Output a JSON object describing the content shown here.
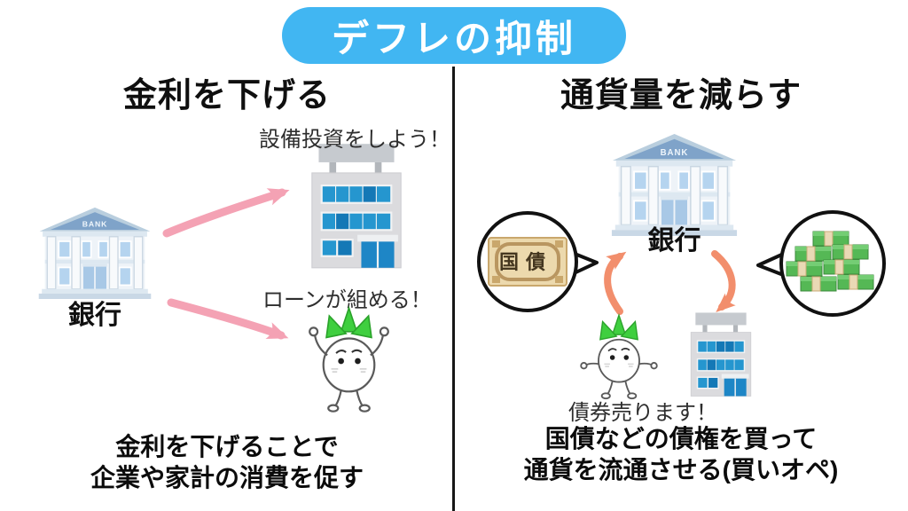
{
  "title": "デフレの抑制",
  "left": {
    "heading": "金利を下げる",
    "bank_sign": "BANK",
    "bank_label": "銀行",
    "company_callout": "設備投資をしよう！",
    "loan_callout": "ローンが組める！",
    "summary_line1": "金利を下げることで",
    "summary_line2": "企業や家計の消費を促す"
  },
  "right": {
    "heading": "通貨量を減らす",
    "bank_sign": "BANK",
    "bank_label": "銀行",
    "bond_label": "国債",
    "sell_callout": "債券売ります！",
    "summary_line1": "国債などの債権を買って",
    "summary_line2": "通貨を流通させる(買いオペ)"
  },
  "colors": {
    "title_background": "#41b6f2",
    "title_text": "#ffffff",
    "pink_arrow": "#f4a2b4",
    "orange_arrow": "#f28e6c",
    "divider": "#161616",
    "bank_roof": "#7fa3c9",
    "building_window_blue": "#2596cf",
    "bond_paper": "#ecd9ad",
    "money_green": "#55b855",
    "sprout_green": "#3fcf3f"
  }
}
